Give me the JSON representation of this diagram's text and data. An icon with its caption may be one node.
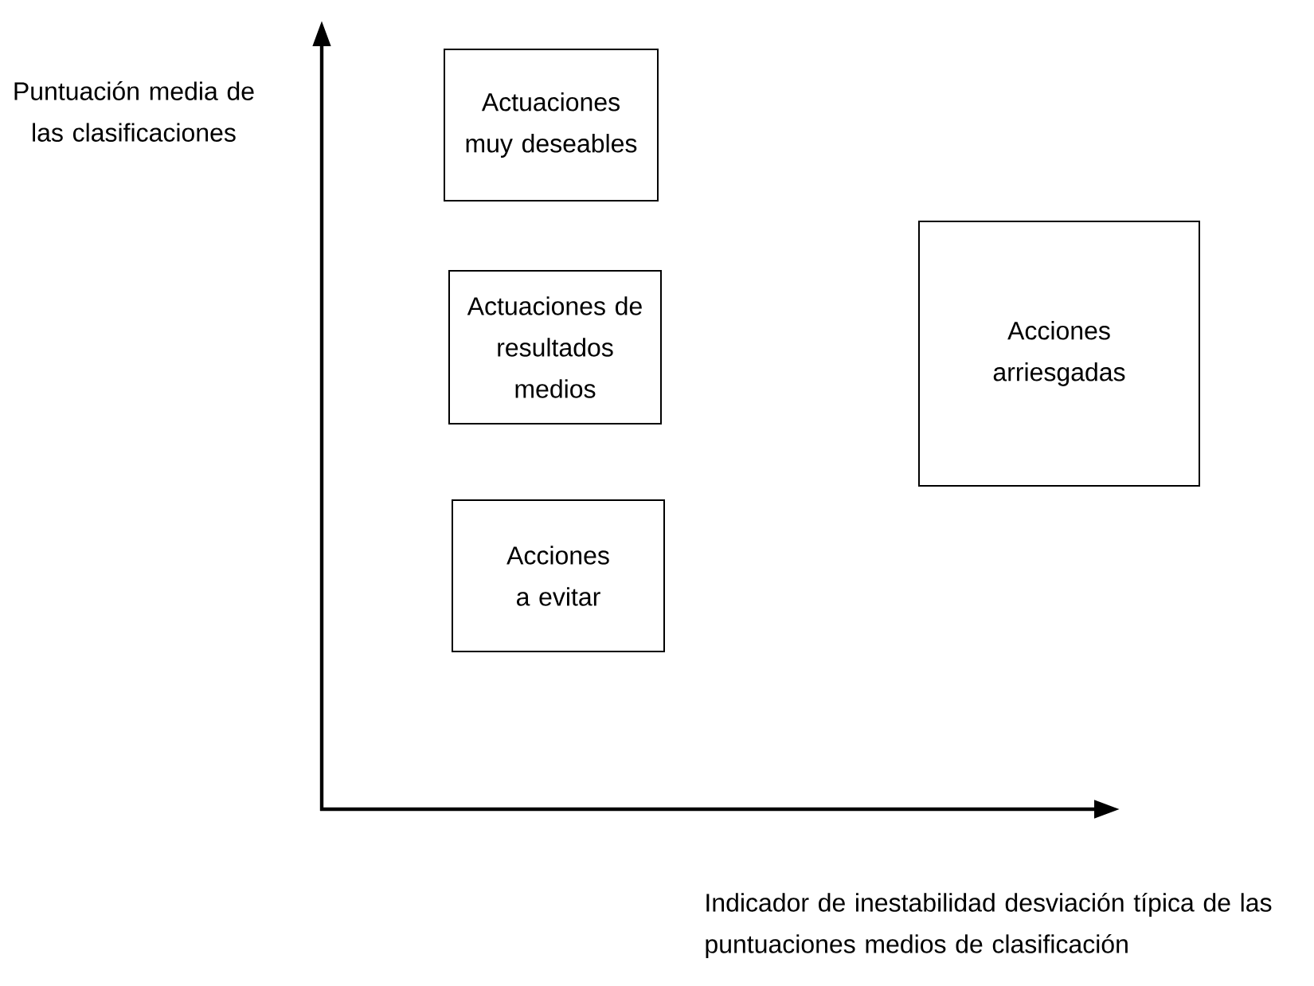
{
  "diagram": {
    "nodes": [
      {
        "text": [
          "Actuaciones muy deseables"
        ]
      },
      {
        "text": [
          "Actuaciones de resultados medios"
        ]
      },
      {
        "text": [
          "Acciones a evitar"
        ]
      },
      {
        "text": [
          "Acciones arriesgadas"
        ]
      }
    ],
    "labels": [
      "Puntuación media de las clasificaciones",
      "Indicador de inestabilidad desviación típica de las puntuaciones medios de clasificación"
    ]
  }
}
